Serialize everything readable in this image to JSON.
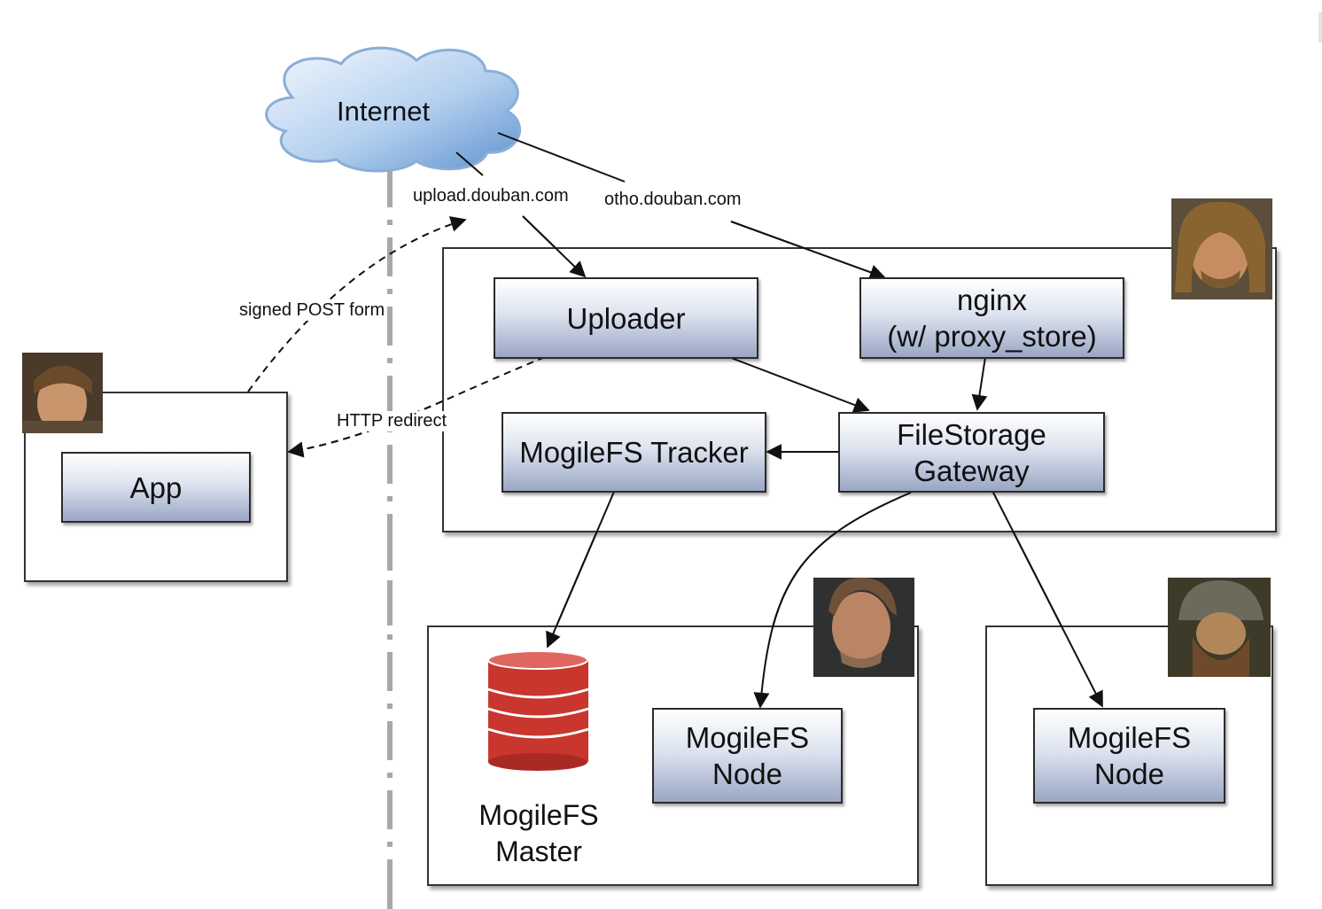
{
  "internet": {
    "label": "Internet"
  },
  "labels": {
    "upload_host": "upload.douban.com",
    "photo_host": "otho.douban.com",
    "signed_post": "signed POST form",
    "http_redirect": "HTTP redirect"
  },
  "nodes": {
    "app": "App",
    "uploader": "Uploader",
    "nginx": "nginx\n(w/ proxy_store)",
    "tracker": "MogileFS Tracker",
    "gateway": "FileStorage\nGateway",
    "node1": "MogileFS\nNode",
    "node2": "MogileFS\nNode"
  },
  "master": {
    "label": "MogileFS\nMaster"
  },
  "colors": {
    "cloud_top": "#eef5fc",
    "cloud_bottom": "#6e9fd6",
    "database": "#c8362e",
    "node_fill_bottom": "#9aa6c4",
    "divider": "#a8a8a8"
  }
}
